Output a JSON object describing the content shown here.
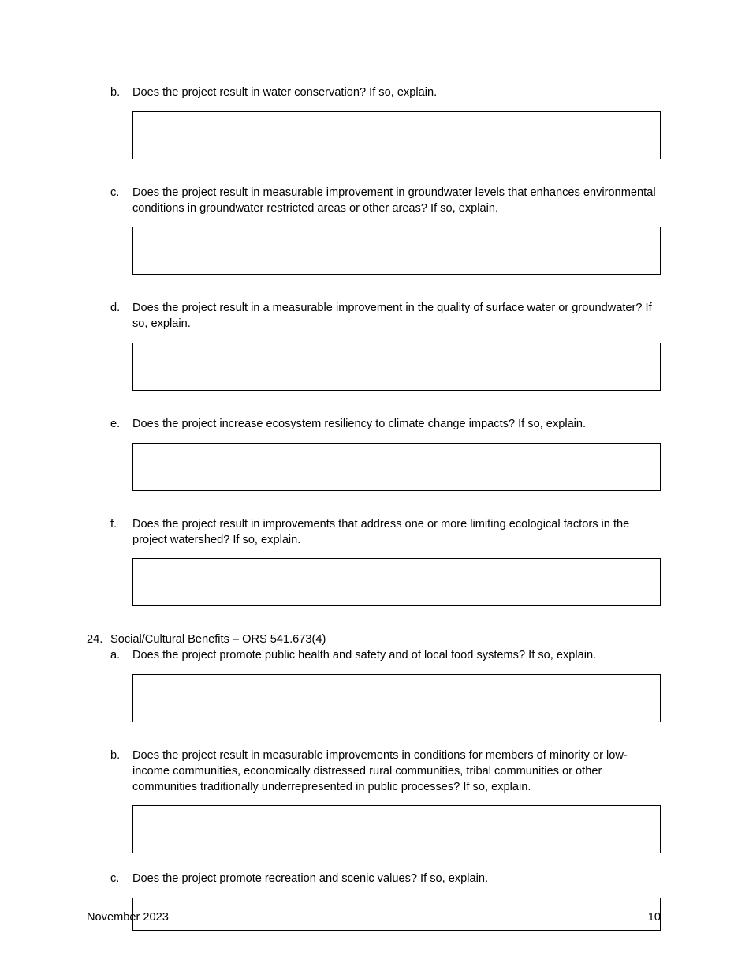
{
  "document": {
    "page_number": "10",
    "footer_date": "November 2023"
  },
  "sections": [
    {
      "marker": "b.",
      "text": "Does the project result in water conservation? If so, explain.",
      "box": "empty"
    },
    {
      "marker": "c.",
      "text": "Does the project result in measurable improvement in groundwater levels that enhances environmental conditions in groundwater restricted areas or other areas? If so, explain.",
      "box": "empty"
    },
    {
      "marker": "d.",
      "text": "Does the project result in a measurable improvement in the quality of surface water or groundwater? If so, explain.",
      "box": "empty"
    },
    {
      "marker": "e.",
      "text": "Does the project increase ecosystem resiliency to climate change impacts? If so, explain.",
      "box": "empty"
    },
    {
      "marker": "f.",
      "text": "Does the project result in improvements that address one or more limiting ecological factors in the project watershed? If so, explain.",
      "box": "empty"
    }
  ],
  "item24": {
    "marker": "24.",
    "heading": "Social/Cultural Benefits – ORS 541.673(4)",
    "subsections": [
      {
        "marker": "a.",
        "text": "Does the project promote public health and safety and of local food systems? If so, explain.",
        "box": "empty"
      },
      {
        "marker": "b.",
        "text": "Does the project result in measurable improvements in conditions for members of minority or low-income communities, economically distressed rural communities, tribal communities or other communities traditionally underrepresented in public processes? If so, explain.",
        "box": "empty"
      },
      {
        "marker": "c.",
        "text": "Does the project promote recreation and scenic values? If so, explain.",
        "box": "empty"
      }
    ]
  }
}
